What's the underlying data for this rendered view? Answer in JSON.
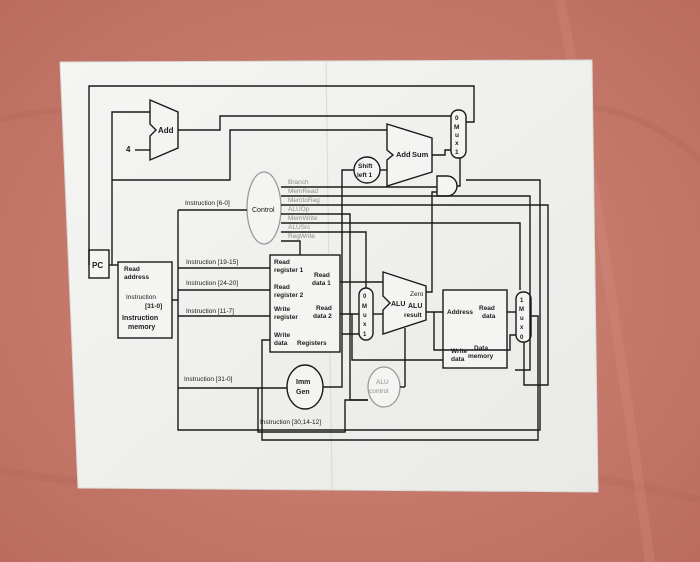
{
  "colors": {
    "tablecloth": "#c97a6a",
    "paper": "#f1f1ef",
    "ink": "#1a1a1a",
    "control_text": "#8c8c8c"
  },
  "diagram": {
    "pc": "PC",
    "add_top": "Add",
    "four": "4",
    "add_sum": "Add",
    "sum": "Sum",
    "shift_left": [
      "Shift",
      "left 1"
    ],
    "mux_top": [
      "0",
      "M",
      "u",
      "x",
      "1"
    ],
    "control": "Control",
    "control_signals": [
      "Branch",
      "MemRead",
      "MemtoReg",
      "ALUOp",
      "MemWrite",
      "ALUSrc",
      "RegWrite"
    ],
    "imem": {
      "read": "Read",
      "address": "address",
      "instruction": "Instruction",
      "bits": "[31-0]",
      "title1": "Instruction",
      "title2": "memory"
    },
    "instr_fields": [
      "Instruction [6-0]",
      "Instruction [19-15]",
      "Instruction [24-20]",
      "Instruction [11-7]",
      "Instruction [31-0]",
      "Instruction [30,14-12]"
    ],
    "registers": {
      "read_reg1": [
        "Read",
        "register 1"
      ],
      "read_data1": [
        "Read",
        "data 1"
      ],
      "read_reg2": [
        "Read",
        "register 2"
      ],
      "write_reg": [
        "Write",
        "register"
      ],
      "read_data2": [
        "Read",
        "data 2"
      ],
      "write_data": [
        "Write",
        "data"
      ],
      "title": "Registers"
    },
    "mux_alu": [
      "0",
      "M",
      "u",
      "x",
      "1"
    ],
    "alu": {
      "zero": "Zero",
      "alu": "ALU",
      "alu2": "ALU",
      "result": "result"
    },
    "dmem": {
      "address": "Address",
      "read": "Read",
      "data": "data",
      "write": "Write",
      "wdata": "data",
      "title1": "Data",
      "title2": "memory"
    },
    "mux_mem": [
      "1",
      "M",
      "u",
      "x",
      "0"
    ],
    "imm_gen": [
      "Imm",
      "Gen"
    ],
    "alu_control": [
      "ALU",
      "control"
    ]
  }
}
